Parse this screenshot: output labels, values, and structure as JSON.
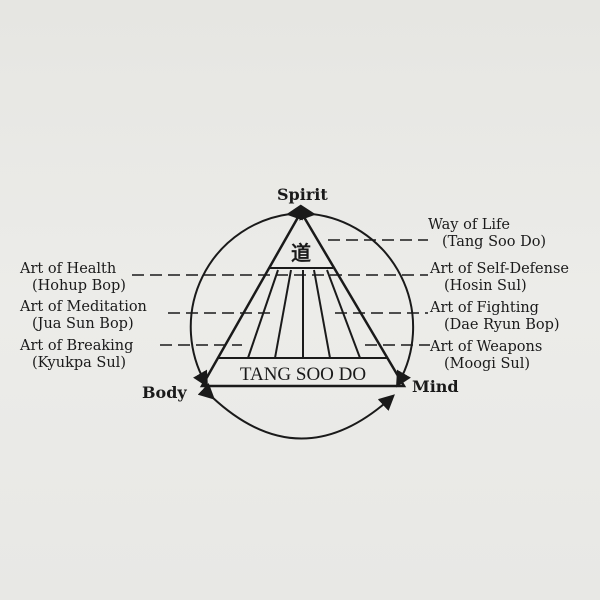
{
  "diagram": {
    "vertices": {
      "top": "Spirit",
      "left": "Body",
      "right": "Mind"
    },
    "apex_symbol": "道",
    "base_text": "TANG SOO DO",
    "left_labels": [
      {
        "title": "Art of Health",
        "subtitle": "(Hohup Bop)"
      },
      {
        "title": "Art of Meditation",
        "subtitle": "(Jua Sun Bop)"
      },
      {
        "title": "Art of Breaking",
        "subtitle": "(Kyukpa Sul)"
      }
    ],
    "right_labels": [
      {
        "title": "Way of Life",
        "subtitle": "(Tang Soo Do)"
      },
      {
        "title": "Art of Self-Defense",
        "subtitle": "(Hosin Sul)"
      },
      {
        "title": "Art of Fighting",
        "subtitle": "(Dae Ryun Bop)"
      },
      {
        "title": "Art of Weapons",
        "subtitle": "(Moogi Sul)"
      }
    ]
  }
}
